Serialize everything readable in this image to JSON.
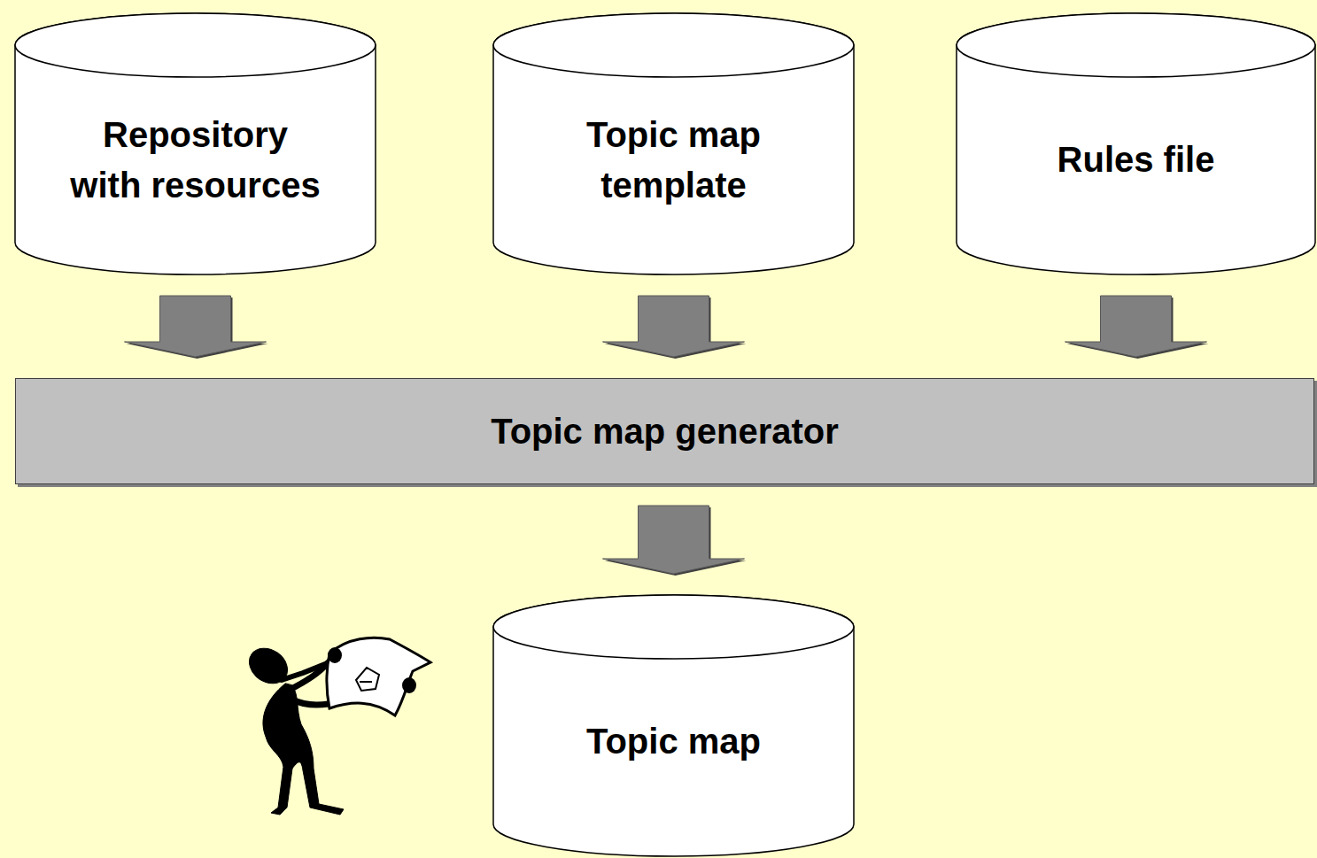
{
  "diagram": {
    "nodes": [
      {
        "text": [
          "Repository with resources"
        ]
      },
      {
        "text": [
          "Topic map template"
        ]
      },
      {
        "text": [
          "Rules file"
        ]
      },
      {
        "text": [
          "Topic map generator"
        ]
      },
      {
        "text": [
          "Topic map"
        ]
      }
    ],
    "edges": [
      {
        "from": 0,
        "to": 3,
        "arrow": "to"
      },
      {
        "from": 1,
        "to": 3,
        "arrow": "to"
      },
      {
        "from": 2,
        "to": 3,
        "arrow": "to"
      },
      {
        "from": 3,
        "to": 4,
        "arrow": "to"
      }
    ]
  }
}
